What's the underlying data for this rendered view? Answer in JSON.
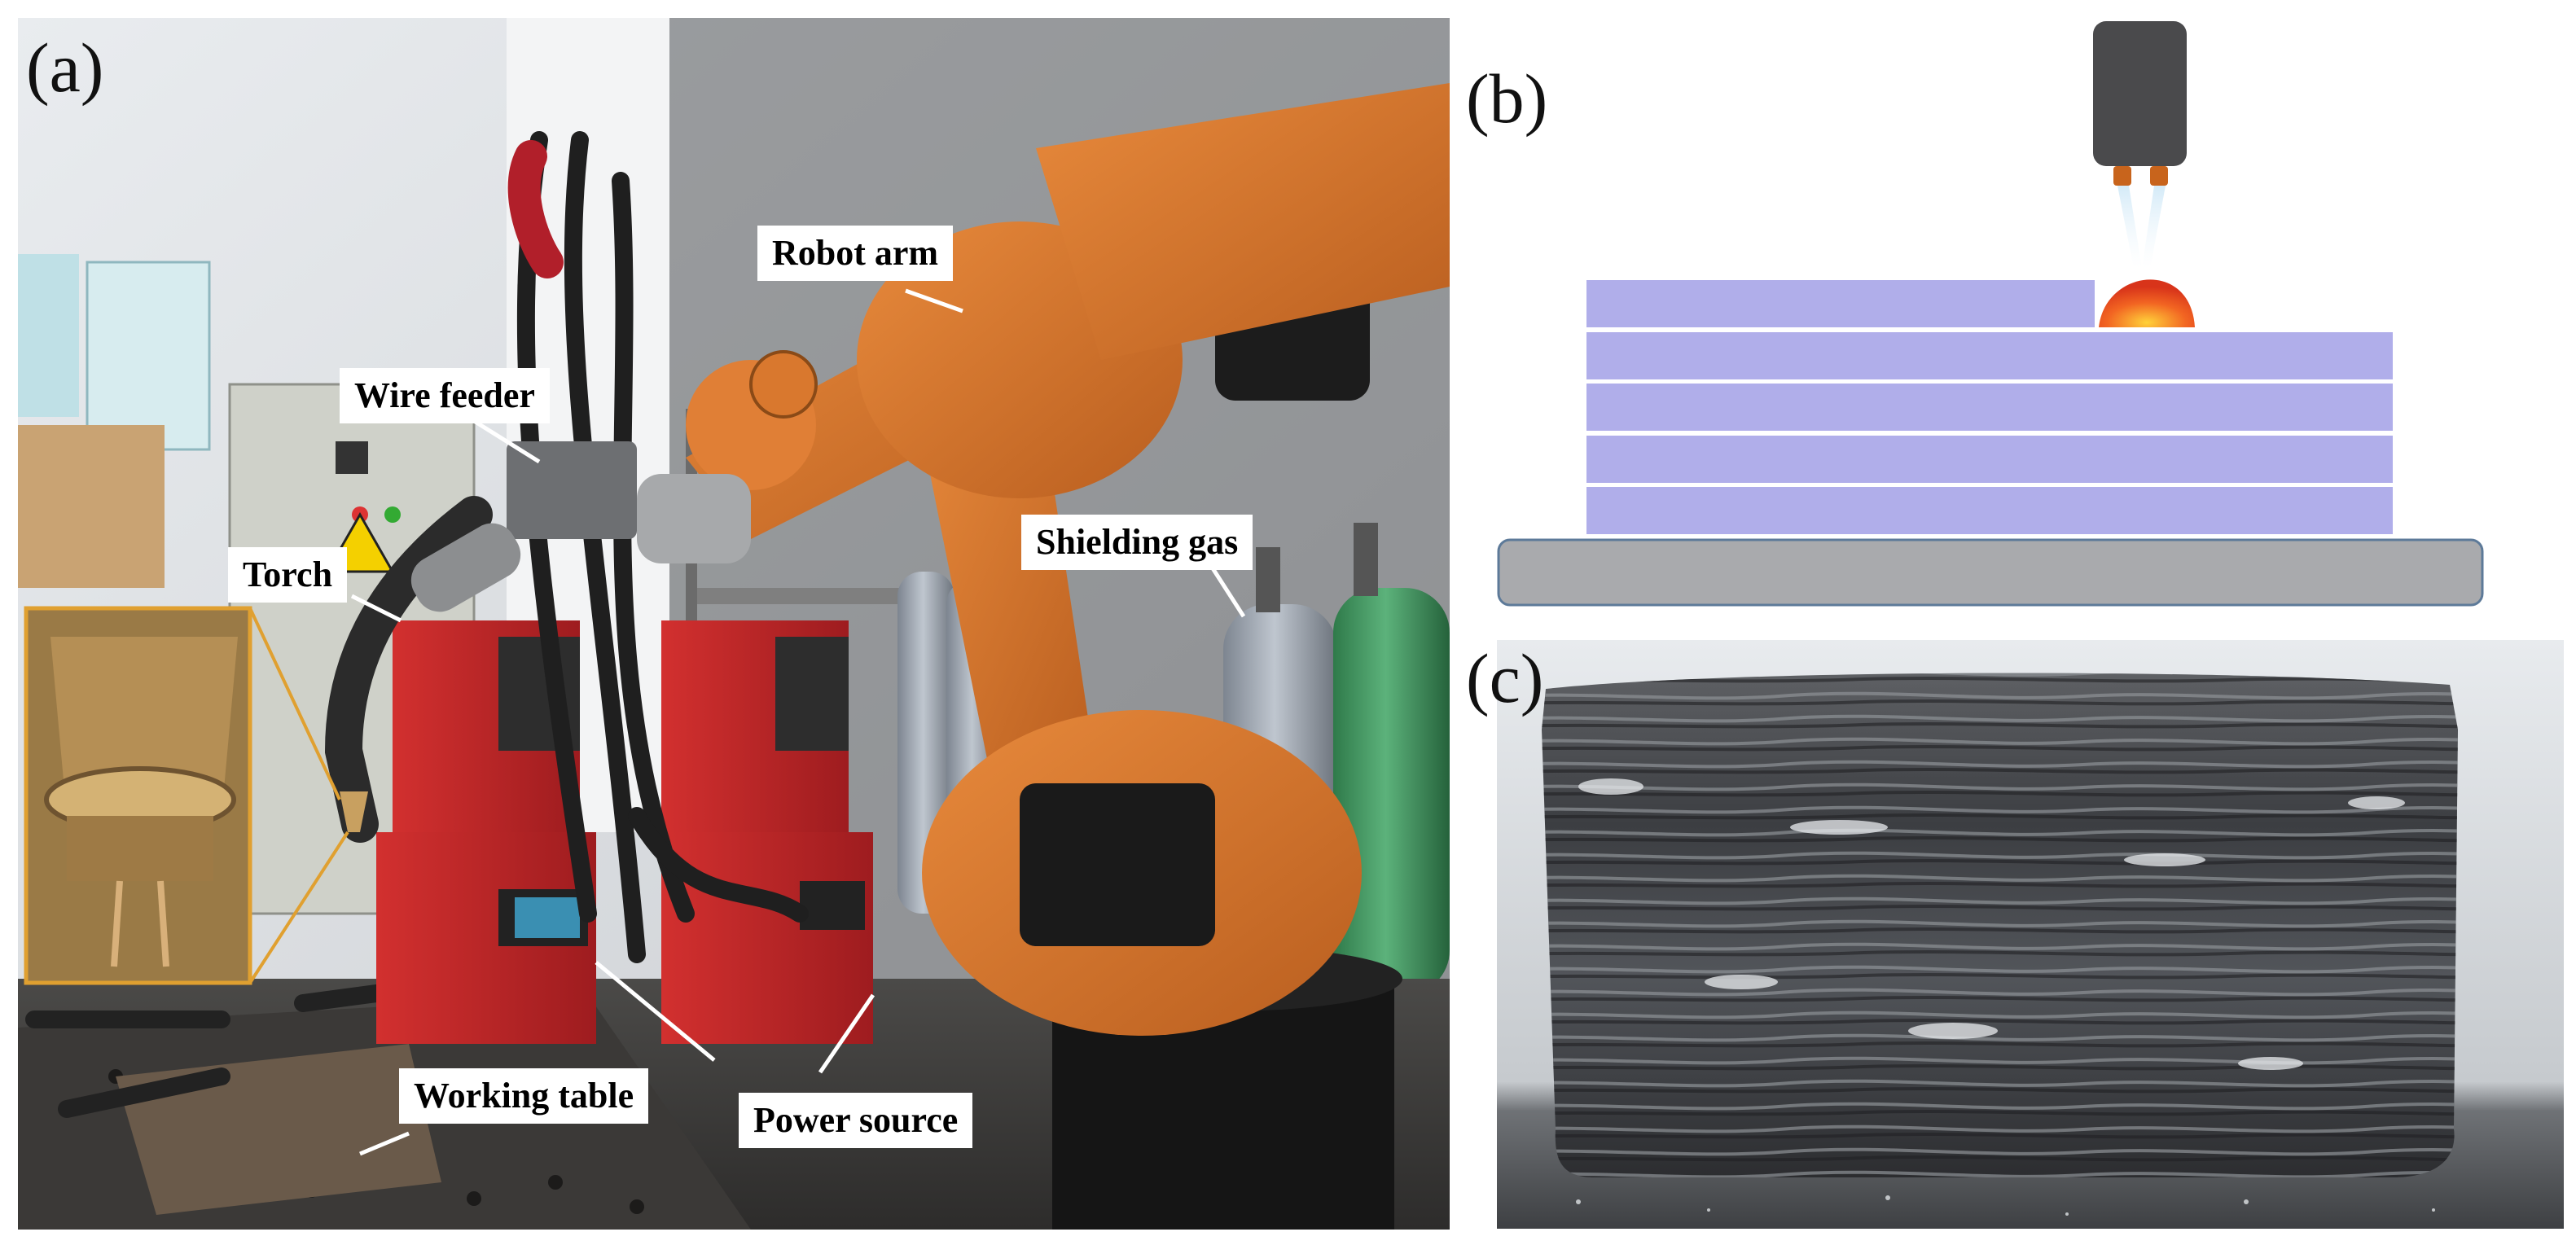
{
  "panels": {
    "a": {
      "label": "(a)",
      "callouts": {
        "robot_arm": "Robot arm",
        "wire_feeder": "Wire feeder",
        "torch": "Torch",
        "shielding_gas": "Shielding gas",
        "working_table": "Working table",
        "power_source": "Power source"
      }
    },
    "b": {
      "label": "(b)"
    },
    "c": {
      "label": "(c)"
    }
  },
  "colors": {
    "robot_orange": "#d9782e",
    "power_source_red": "#c8262a",
    "deposit_layer": "#b0aeea",
    "substrate": "#a9aaad",
    "torch_body": "#4a4a4c",
    "nozzle_tip": "#c8641c",
    "melt_pool": "#f26522",
    "inset_border": "#e0a030"
  }
}
